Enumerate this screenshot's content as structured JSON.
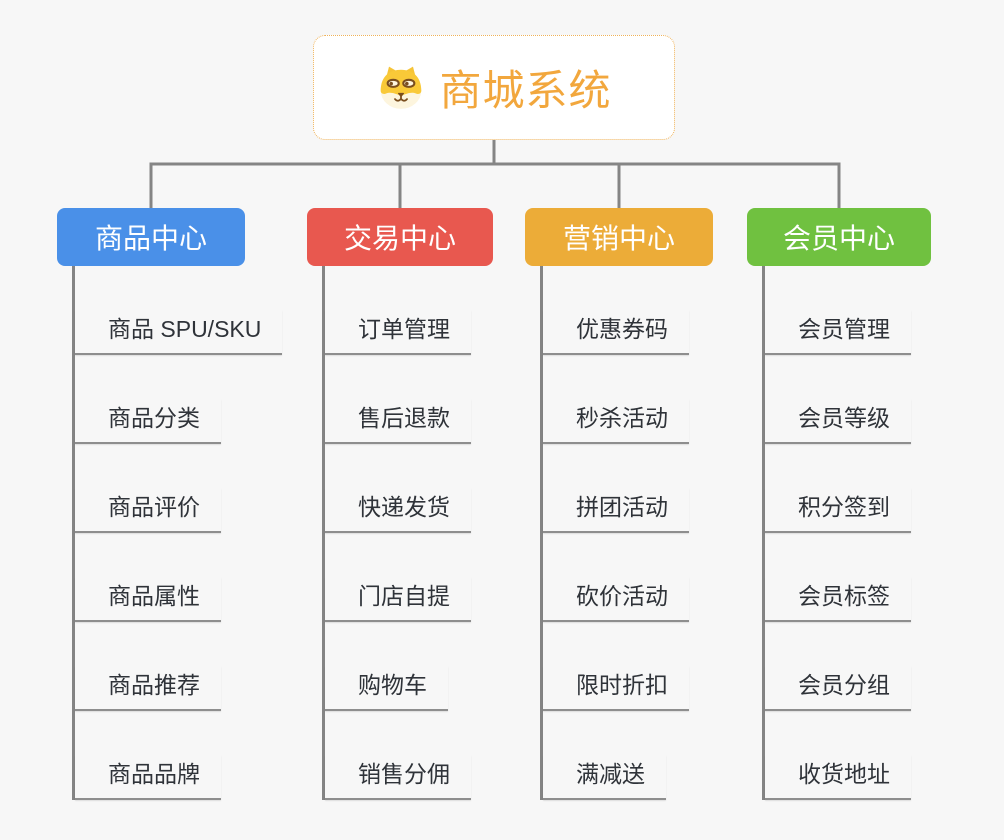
{
  "root": {
    "title": "商城系统",
    "icon": "dog-face-icon",
    "title_color": "#f2a73d"
  },
  "branches": [
    {
      "label": "商品中心",
      "color": "#4a90e8",
      "children": [
        "商品 SPU/SKU",
        "商品分类",
        "商品评价",
        "商品属性",
        "商品推荐",
        "商品品牌"
      ]
    },
    {
      "label": "交易中心",
      "color": "#e8584f",
      "children": [
        "订单管理",
        "售后退款",
        "快递发货",
        "门店自提",
        "购物车",
        "销售分佣"
      ]
    },
    {
      "label": "营销中心",
      "color": "#ecac38",
      "children": [
        "优惠券码",
        "秒杀活动",
        "拼团活动",
        "砍价活动",
        "限时折扣",
        "满减送"
      ]
    },
    {
      "label": "会员中心",
      "color": "#70c140",
      "children": [
        "会员管理",
        "会员等级",
        "积分签到",
        "会员标签",
        "会员分组",
        "收货地址"
      ]
    }
  ]
}
